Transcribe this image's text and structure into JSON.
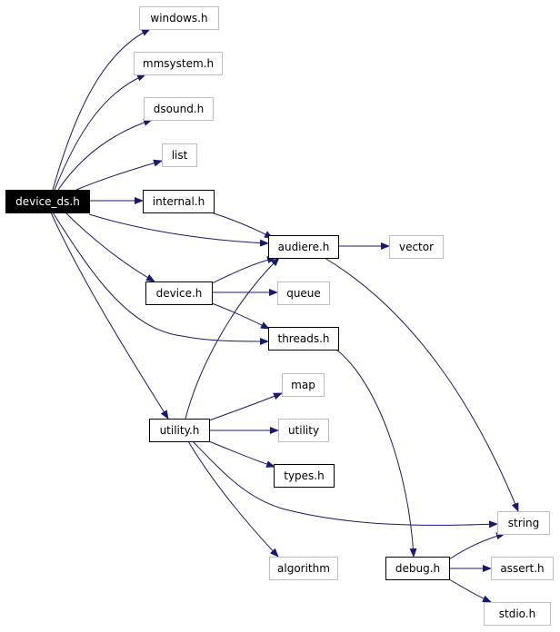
{
  "colors": {
    "edge": "#191970",
    "box_dark": "#000000",
    "box_grey": "#bfbfbf",
    "root_fill": "#000000",
    "root_text": "#ffffff",
    "text": "#000000"
  },
  "nodes": [
    {
      "id": "device_ds",
      "label": "device_ds.h",
      "style": "root"
    },
    {
      "id": "windows",
      "label": "windows.h",
      "style": "grey"
    },
    {
      "id": "mmsystem",
      "label": "mmsystem.h",
      "style": "grey"
    },
    {
      "id": "dsound",
      "label": "dsound.h",
      "style": "grey"
    },
    {
      "id": "list",
      "label": "list",
      "style": "grey"
    },
    {
      "id": "internal",
      "label": "internal.h",
      "style": "dark"
    },
    {
      "id": "audiere",
      "label": "audiere.h",
      "style": "dark"
    },
    {
      "id": "vector",
      "label": "vector",
      "style": "grey"
    },
    {
      "id": "device",
      "label": "device.h",
      "style": "dark"
    },
    {
      "id": "queue",
      "label": "queue",
      "style": "grey"
    },
    {
      "id": "threads",
      "label": "threads.h",
      "style": "dark"
    },
    {
      "id": "map",
      "label": "map",
      "style": "grey"
    },
    {
      "id": "utility_h",
      "label": "utility.h",
      "style": "dark"
    },
    {
      "id": "utility",
      "label": "utility",
      "style": "grey"
    },
    {
      "id": "types",
      "label": "types.h",
      "style": "dark"
    },
    {
      "id": "string",
      "label": "string",
      "style": "grey"
    },
    {
      "id": "algorithm",
      "label": "algorithm",
      "style": "grey"
    },
    {
      "id": "debug",
      "label": "debug.h",
      "style": "dark"
    },
    {
      "id": "assert",
      "label": "assert.h",
      "style": "grey"
    },
    {
      "id": "stdio",
      "label": "stdio.h",
      "style": "grey"
    }
  ],
  "edges": [
    {
      "from": "device_ds",
      "to": "windows"
    },
    {
      "from": "device_ds",
      "to": "mmsystem"
    },
    {
      "from": "device_ds",
      "to": "dsound"
    },
    {
      "from": "device_ds",
      "to": "list"
    },
    {
      "from": "device_ds",
      "to": "internal"
    },
    {
      "from": "device_ds",
      "to": "audiere"
    },
    {
      "from": "device_ds",
      "to": "device"
    },
    {
      "from": "device_ds",
      "to": "threads"
    },
    {
      "from": "device_ds",
      "to": "utility_h"
    },
    {
      "from": "internal",
      "to": "audiere"
    },
    {
      "from": "audiere",
      "to": "vector"
    },
    {
      "from": "audiere",
      "to": "string"
    },
    {
      "from": "device",
      "to": "audiere"
    },
    {
      "from": "device",
      "to": "queue"
    },
    {
      "from": "device",
      "to": "threads"
    },
    {
      "from": "threads",
      "to": "debug"
    },
    {
      "from": "utility_h",
      "to": "audiere"
    },
    {
      "from": "utility_h",
      "to": "map"
    },
    {
      "from": "utility_h",
      "to": "utility"
    },
    {
      "from": "utility_h",
      "to": "types"
    },
    {
      "from": "utility_h",
      "to": "string"
    },
    {
      "from": "utility_h",
      "to": "algorithm"
    },
    {
      "from": "debug",
      "to": "string"
    },
    {
      "from": "debug",
      "to": "assert"
    },
    {
      "from": "debug",
      "to": "stdio"
    }
  ]
}
